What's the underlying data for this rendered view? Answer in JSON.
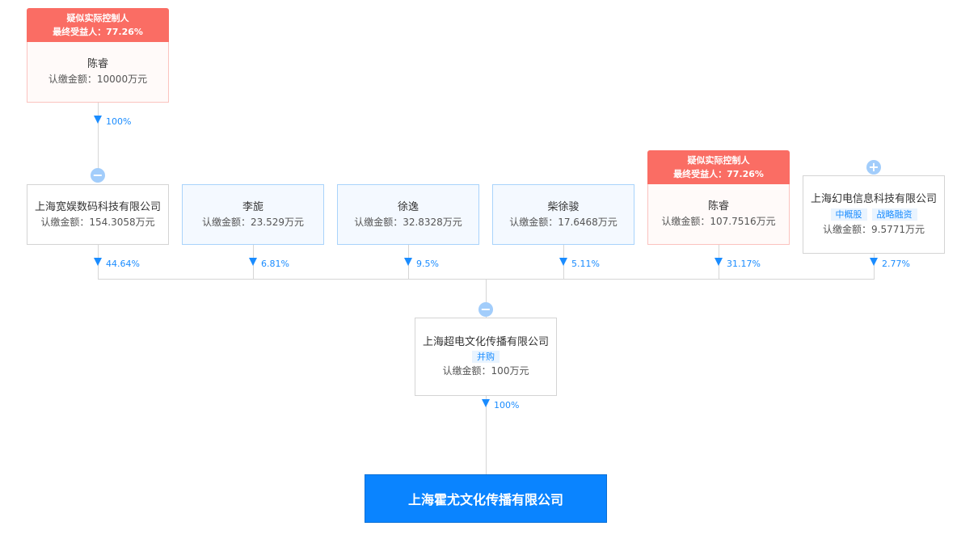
{
  "controller_header": {
    "line1": "疑似实际控制人",
    "line2": "最终受益人：77.26%"
  },
  "top_holder": {
    "name": "陈睿",
    "amount": "认缴金额：10000万元",
    "pct": "100%"
  },
  "shareholders": [
    {
      "name": "上海宽娱数码科技有限公司",
      "amount": "认缴金额：154.3058万元",
      "pct": "44.64%"
    },
    {
      "name": "李旎",
      "amount": "认缴金额：23.529万元",
      "pct": "6.81%"
    },
    {
      "name": "徐逸",
      "amount": "认缴金额：32.8328万元",
      "pct": "9.5%"
    },
    {
      "name": "柴徐骏",
      "amount": "认缴金额：17.6468万元",
      "pct": "5.11%"
    },
    {
      "name": "陈睿",
      "amount": "认缴金额：107.7516万元",
      "pct": "31.17%"
    },
    {
      "name": "上海幻电信息科技有限公司",
      "tags": [
        "中概股",
        "战略融资"
      ],
      "amount": "认缴金额：9.5771万元",
      "pct": "2.77%"
    }
  ],
  "middle": {
    "name": "上海超电文化传播有限公司",
    "tag": "并购",
    "amount": "认缴金额：100万元",
    "pct": "100%"
  },
  "target": {
    "name": "上海霍尤文化传播有限公司"
  },
  "toggles": {
    "minus": "−",
    "plus": "+"
  }
}
